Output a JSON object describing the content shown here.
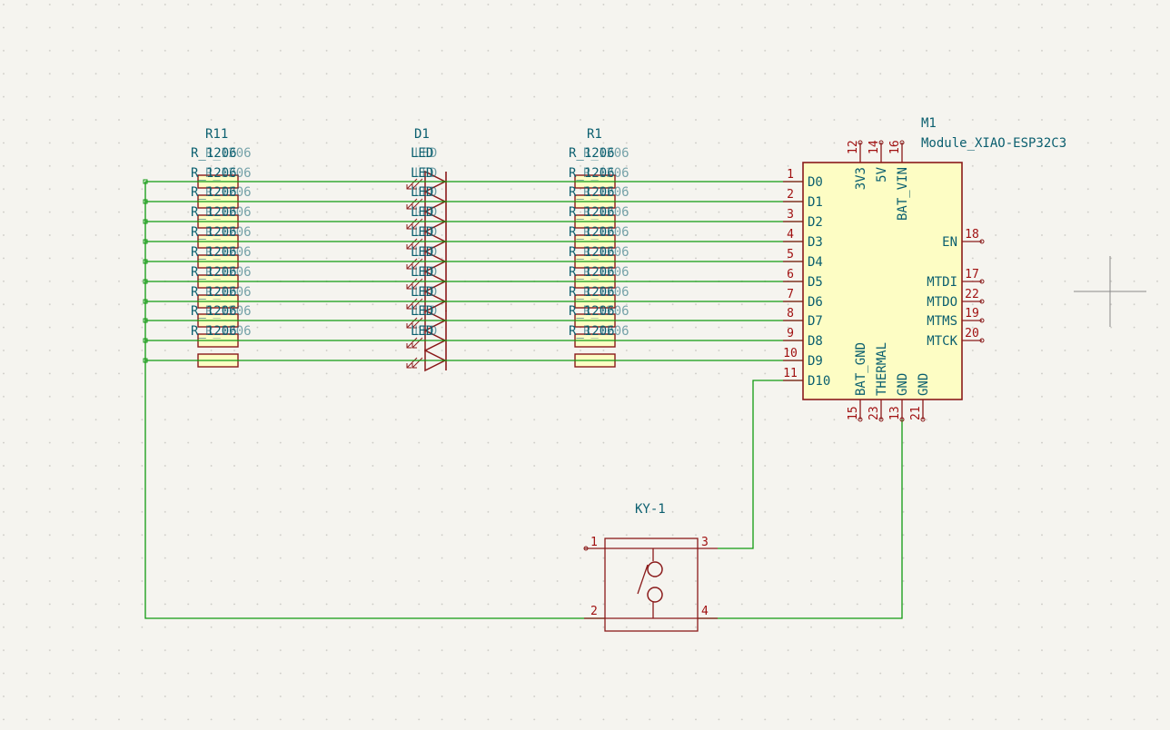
{
  "colors": {
    "background": "#f5f4ef",
    "grid_dot": "#c9c8c2",
    "wire": "#109a10",
    "component_outline": "#8a1a1a",
    "component_fill": "#fdfdc4",
    "pin_number": "#a01010",
    "field_text": "#0b5f6f"
  },
  "resistor_left": {
    "reference": "R11",
    "values": [
      "R_1206",
      "R_1206",
      "R_1206",
      "R_1206",
      "R_1206",
      "R_1206",
      "R_1206",
      "R_1206",
      "R_1206",
      "R_1206"
    ]
  },
  "led_column": {
    "reference": "D1",
    "values": [
      "LED",
      "LED",
      "LED",
      "LED",
      "LED",
      "LED",
      "LED",
      "LED",
      "LED",
      "LED"
    ]
  },
  "resistor_right": {
    "reference": "R1",
    "values": [
      "R_1206",
      "R_1206",
      "R_1206",
      "R_1206",
      "R_1206",
      "R_1206",
      "R_1206",
      "R_1206",
      "R_1206",
      "R_1206"
    ]
  },
  "module": {
    "reference": "M1",
    "value": "Module_XIAO-ESP32C3",
    "left_pins": [
      {
        "num": "1",
        "name": "D0"
      },
      {
        "num": "2",
        "name": "D1"
      },
      {
        "num": "3",
        "name": "D2"
      },
      {
        "num": "4",
        "name": "D3"
      },
      {
        "num": "5",
        "name": "D4"
      },
      {
        "num": "6",
        "name": "D5"
      },
      {
        "num": "7",
        "name": "D6"
      },
      {
        "num": "8",
        "name": "D7"
      },
      {
        "num": "9",
        "name": "D8"
      },
      {
        "num": "10",
        "name": "D9"
      },
      {
        "num": "11",
        "name": "D10"
      }
    ],
    "top_pins": [
      {
        "num": "12",
        "name": "3V3"
      },
      {
        "num": "14",
        "name": "5V"
      },
      {
        "num": "16",
        "name": "BAT_VIN"
      }
    ],
    "right_pins": [
      {
        "num": "18",
        "name": "EN"
      },
      {
        "num": "17",
        "name": "MTDI"
      },
      {
        "num": "22",
        "name": "MTDO"
      },
      {
        "num": "19",
        "name": "MTMS"
      },
      {
        "num": "20",
        "name": "MTCK"
      }
    ],
    "bottom_pins": [
      {
        "num": "15",
        "name": "BAT_GND"
      },
      {
        "num": "23",
        "name": "THERMAL"
      },
      {
        "num": "13",
        "name": "GND"
      },
      {
        "num": "21",
        "name": "GND"
      }
    ]
  },
  "switch": {
    "reference": "KY-1",
    "pins": [
      "1",
      "2",
      "3",
      "4"
    ]
  }
}
